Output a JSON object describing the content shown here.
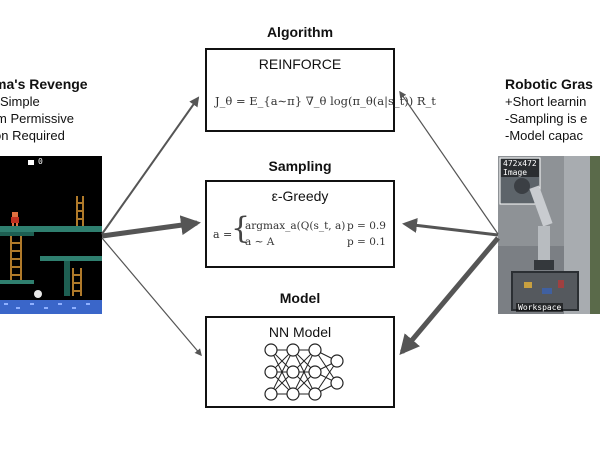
{
  "headings": {
    "algorithm": "Algorithm",
    "sampling": "Sampling",
    "model": "Model"
  },
  "algorithm_box": {
    "title": "REINFORCE",
    "equation": "J_θ = E_{a∼π} ∇_θ log(π_θ(a|s_t)) R_t"
  },
  "sampling_box": {
    "title": "ε-Greedy",
    "eq_lhs": "a =",
    "case1": "argmax_a(Q(s_t, a)",
    "case1_p": "p = 0.9",
    "case2": "a ∼ A",
    "case2_p": "p = 0.1"
  },
  "model_box": {
    "title": "NN Model"
  },
  "left_panel": {
    "title": "ma's Revenge",
    "lines": [
      "Simple",
      "m Permissive",
      "on Required"
    ],
    "hud_value": "0"
  },
  "right_panel": {
    "title": "Robotic Gras",
    "lines": [
      "+Short learnin",
      "-Sampling is e",
      "-Model capac"
    ],
    "image_label": "472x472\nImage",
    "workspace_label": "Workspace"
  },
  "colors": {
    "arrow": "#555555",
    "box_border": "#111111",
    "game_bg": "#000000",
    "game_platform": "#2f7f6f",
    "game_ladder": "#b07a2a",
    "game_floor": "#3a66c9"
  }
}
